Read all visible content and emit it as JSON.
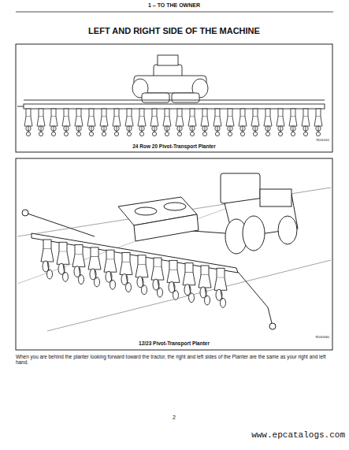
{
  "diagram": {
    "title": "LEFT AND RIGHT SIDE OF THE MACHINE",
    "labels": [
      "1 – TO THE OWNER",
      "24 Row 20 Pivot-Transport Planter",
      "RD06J010",
      "12/23 Pivot-Transport Planter",
      "RD06G060",
      "When you are behind the planter looking forward toward the tractor, the right and left sides of the Planter are the same as your right and left hand.",
      "2",
      "www.epcatalogs.com"
    ]
  }
}
